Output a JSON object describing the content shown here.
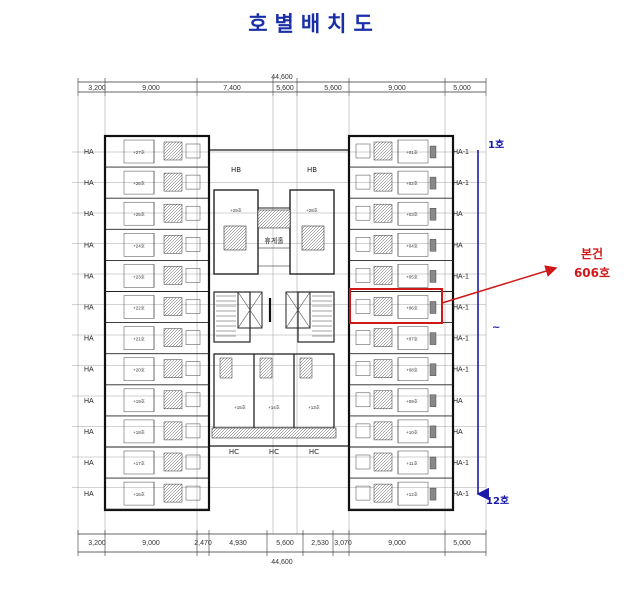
{
  "title": "호별배치도",
  "dimensions": {
    "top_total": "44,600",
    "top_segments": [
      "3,200",
      "9,000",
      "7,400",
      "5,600",
      "5,600",
      "9,000",
      "5,000"
    ],
    "bottom_total": "44,600",
    "bottom_segments": [
      "3,200",
      "9,000",
      "2,470",
      "4,930",
      "5,600",
      "2,530",
      "3,070",
      "9,000",
      "5,000"
    ]
  },
  "left_units": [
    "HA",
    "HA",
    "HA",
    "HA",
    "HA",
    "HA",
    "HA",
    "HA",
    "HA",
    "HA",
    "HA",
    "HA"
  ],
  "left_rooms": [
    "+27호",
    "+26호",
    "+25호",
    "+24호",
    "+23호",
    "+22호",
    "+21호",
    "+20호",
    "+19호",
    "+18호",
    "+17호",
    "+16호"
  ],
  "right_units": [
    "HA-1",
    "HA-1",
    "HA",
    "HA",
    "HA-1",
    "HA-1",
    "HA-1",
    "HA-1",
    "HA",
    "HA",
    "HA-1",
    "HA-1"
  ],
  "right_rooms": [
    "+01호",
    "+02호",
    "+03호",
    "+04호",
    "+05호",
    "+06호",
    "+07호",
    "+08호",
    "+09호",
    "+10호",
    "+11호",
    "+12호"
  ],
  "core_top": {
    "hb_left": "HB",
    "hb_right": "HB",
    "room_left": "+29호",
    "room_right": "+28호",
    "center_label": "휴게홀"
  },
  "core_bottom": {
    "hc1": "HC",
    "hc2": "HC",
    "hc3": "HC",
    "rooms": [
      "+15호",
      "+14호",
      "+13호"
    ]
  },
  "range_start": "1호",
  "range_mid": "~",
  "range_end": "12호",
  "callout_line1": "본건",
  "callout_line2": "606호",
  "colors": {
    "title": "#1a2ea8",
    "range": "#1a1aa8",
    "callout": "#d01818"
  }
}
